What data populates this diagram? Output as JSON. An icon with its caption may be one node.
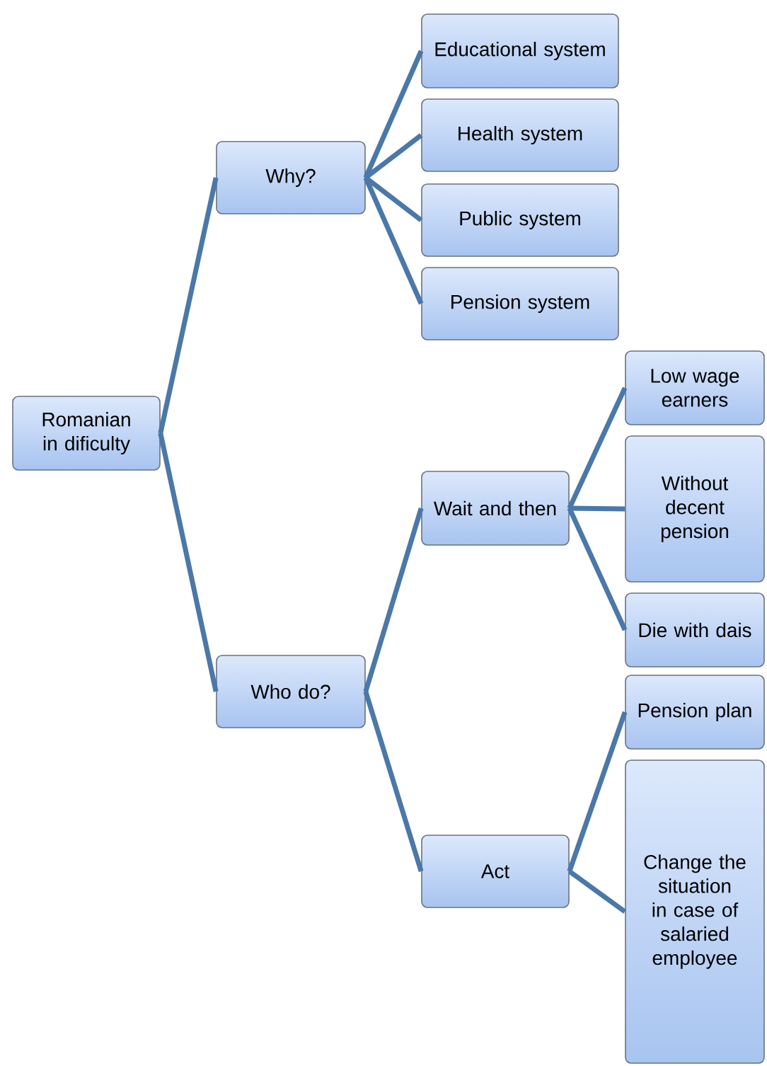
{
  "diagram": {
    "nodes": [
      {
        "text": [
          "Romanian in dificulty"
        ]
      },
      {
        "text": [
          "Why?"
        ]
      },
      {
        "text": [
          "Educational system"
        ]
      },
      {
        "text": [
          "Health system"
        ]
      },
      {
        "text": [
          "Public system"
        ]
      },
      {
        "text": [
          "Pension system"
        ]
      },
      {
        "text": [
          "Who do?"
        ]
      },
      {
        "text": [
          "Wait and then"
        ]
      },
      {
        "text": [
          "Low wage earners"
        ]
      },
      {
        "text": [
          "Without decent pension"
        ]
      },
      {
        "text": [
          "Die with dais"
        ]
      },
      {
        "text": [
          "Act"
        ]
      },
      {
        "text": [
          "Pension plan"
        ]
      },
      {
        "text": [
          "Change the situation in case of salaried employee"
        ]
      }
    ],
    "edges": [
      {
        "from": 0,
        "to": 1,
        "arrow": "none"
      },
      {
        "from": 1,
        "to": 2,
        "arrow": "none"
      },
      {
        "from": 1,
        "to": 3,
        "arrow": "none"
      },
      {
        "from": 1,
        "to": 4,
        "arrow": "none"
      },
      {
        "from": 1,
        "to": 5,
        "arrow": "none"
      },
      {
        "from": 0,
        "to": 6,
        "arrow": "none"
      },
      {
        "from": 6,
        "to": 7,
        "arrow": "none"
      },
      {
        "from": 7,
        "to": 8,
        "arrow": "none"
      },
      {
        "from": 7,
        "to": 9,
        "arrow": "none"
      },
      {
        "from": 7,
        "to": 10,
        "arrow": "none"
      },
      {
        "from": 6,
        "to": 11,
        "arrow": "none"
      },
      {
        "from": 11,
        "to": 12,
        "arrow": "none"
      },
      {
        "from": 11,
        "to": 13,
        "arrow": "none"
      }
    ]
  }
}
